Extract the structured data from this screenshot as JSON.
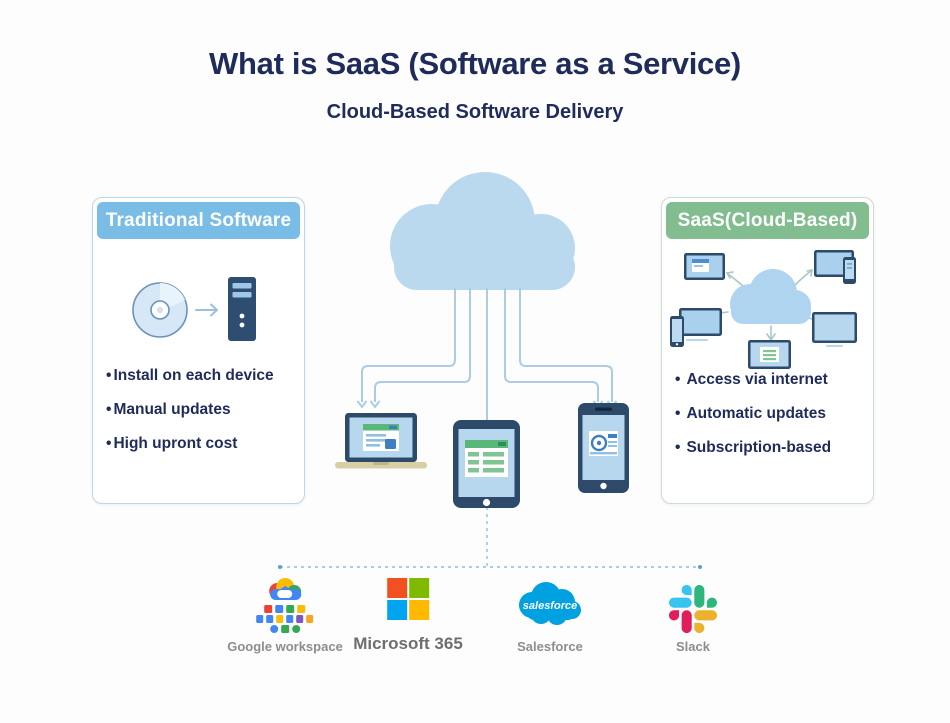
{
  "header": {
    "title": "What is SaaS (Software as a Service)",
    "subtitle": "Cloud-Based Software Delivery"
  },
  "traditional_card": {
    "title": "Traditional Software",
    "bullets": [
      "Install on each device",
      "Manual updates",
      "High upront cost"
    ]
  },
  "saas_card": {
    "title": "SaaS(Cloud-Based)",
    "bullets": [
      "Access via internet",
      "Automatic updates",
      "Subscription-based"
    ]
  },
  "providers": [
    {
      "label": "Google workspace"
    },
    {
      "label": "Microsoft 365"
    },
    {
      "label": "Salesforce",
      "logo_text": "salesforce"
    },
    {
      "label": "Slack"
    }
  ],
  "ui": {
    "bullet_char": "•"
  },
  "icons": [
    "cloud-icon",
    "laptop-icon",
    "tablet-icon",
    "smartphone-icon",
    "cd-disc-icon",
    "desktop-tower-icon",
    "arrow-right-icon",
    "google-workspace-logo",
    "microsoft-365-logo",
    "salesforce-logo",
    "slack-logo"
  ],
  "colors": {
    "title_navy": "#1f2b5b",
    "traditional_header_blue": "#79bce5",
    "saas_header_green": "#82bd90",
    "cloud_fill": "#bad8ee",
    "connector_blue": "#aacde5",
    "device_frame_navy": "#2d4a6b",
    "device_screen_blue": "#b7d7ee",
    "screen_accent_green": "#57b879",
    "microsoft_palette": [
      "#f25022",
      "#7fba00",
      "#00a4ef",
      "#ffb900"
    ],
    "slack_palette": [
      "#36c5f0",
      "#2eb67d",
      "#ecb22e",
      "#e01e5a"
    ],
    "google_palette": [
      "#ea4335",
      "#4285f4",
      "#34a853",
      "#fbbc05"
    ],
    "salesforce_blue": "#00a1e0"
  }
}
